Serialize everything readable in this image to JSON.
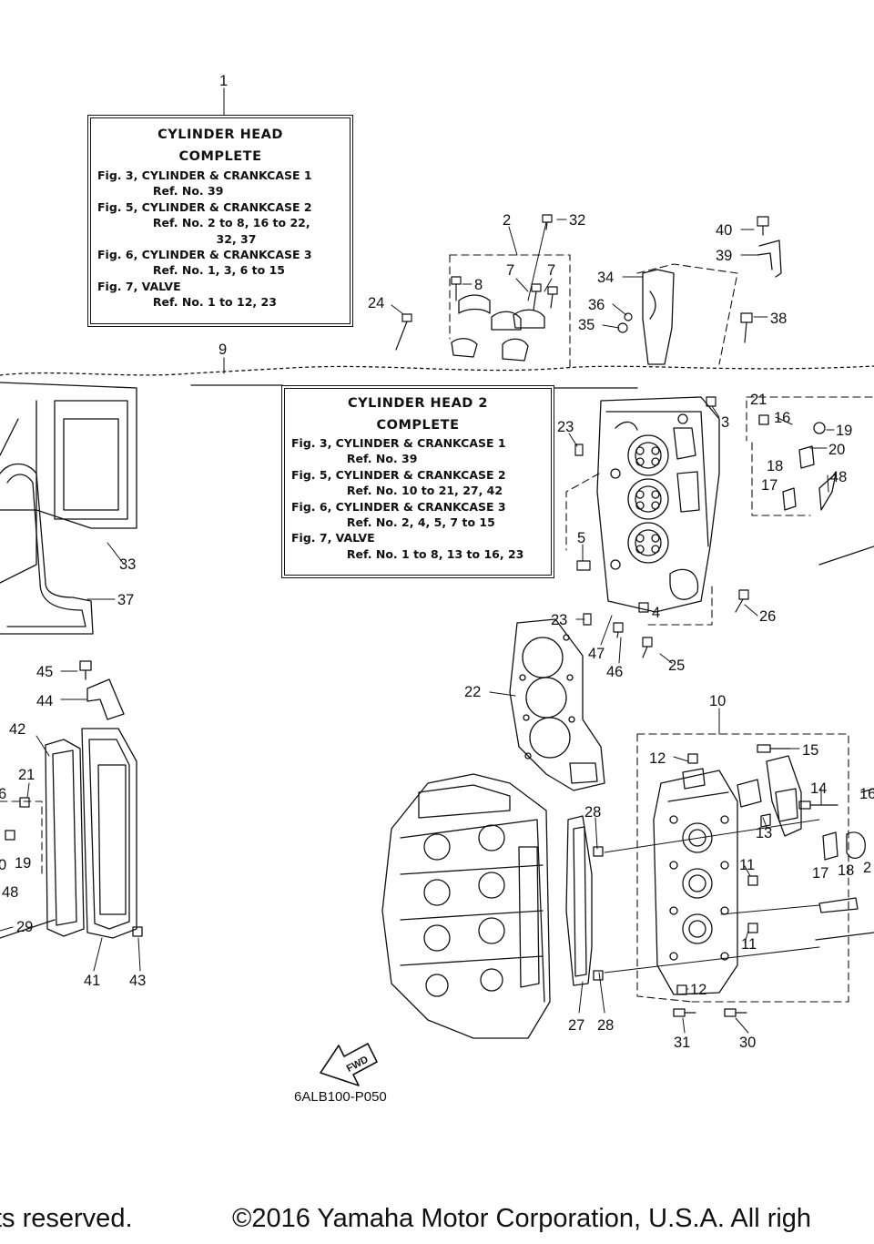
{
  "box1": {
    "title1": "CYLINDER  HEAD",
    "title2": "COMPLETE",
    "lines": [
      "Fig. 3, CYLINDER & CRANKCASE 1",
      "              Ref. No. 39",
      "Fig. 5, CYLINDER & CRANKCASE 2",
      "              Ref. No. 2 to 8, 16 to 22,",
      "                              32, 37",
      "Fig. 6, CYLINDER & CRANKCASE 3",
      "              Ref. No. 1, 3, 6 to 15",
      "Fig. 7, VALVE",
      "              Ref. No. 1 to 12, 23"
    ]
  },
  "box2": {
    "title1": "CYLINDER  HEAD 2",
    "title2": "COMPLETE",
    "lines": [
      "Fig. 3, CYLINDER & CRANKCASE 1",
      "              Ref. No. 39",
      "Fig. 5, CYLINDER & CRANKCASE 2",
      "              Ref. No. 10 to 21, 27, 42",
      "Fig. 6, CYLINDER & CRANKCASE 3",
      "              Ref. No. 2, 4, 5, 7 to 15",
      "Fig. 7, VALVE",
      "              Ref. No. 1 to 8, 13 to 16, 23"
    ]
  },
  "callouts": [
    "1",
    "2",
    "32",
    "7",
    "7",
    "8",
    "24",
    "34",
    "36",
    "35",
    "40",
    "39",
    "38",
    "9",
    "3",
    "23",
    "21",
    "16",
    "19",
    "20",
    "18",
    "17",
    "48",
    "5",
    "4",
    "26",
    "23",
    "47",
    "46",
    "25",
    "33",
    "37",
    "22",
    "45",
    "44",
    "42",
    "21",
    "6",
    "19",
    "0",
    "48",
    "29",
    "41",
    "43",
    "10",
    "12",
    "15",
    "14",
    "16",
    "13",
    "17",
    "18",
    "2",
    "11",
    "11",
    "12",
    "28",
    "28",
    "27",
    "31",
    "30"
  ],
  "fwd_label": "FWD",
  "drawing_code": "6ALB100-P050",
  "footer": {
    "left": "ts reserved.",
    "right": "©2016 Yamaha Motor Corporation, U.S.A. All righ"
  }
}
